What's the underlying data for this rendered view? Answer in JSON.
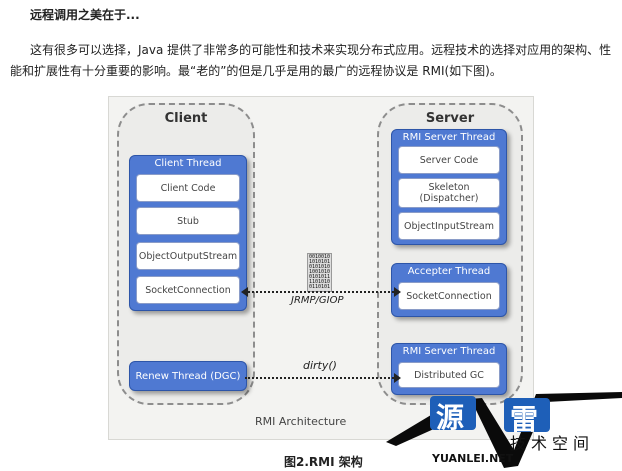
{
  "heading": "远程调用之美在于...",
  "paragraph": "这有很多可以选择，Java 提供了非常多的可能性和技术来实现分布式应用。远程技术的选择对应用的架构、性能和扩展性有十分重要的影响。最“老的”的但是几乎是用的最广的远程协议是 RMI(如下图)。",
  "figure": {
    "client": {
      "title": "Client",
      "thread": "Client Thread",
      "items": [
        "Client Code",
        "Stub",
        "ObjectOutputStream",
        "SocketConnection"
      ],
      "renew": "Renew Thread (DGC)"
    },
    "server": {
      "title": "Server",
      "rmi_thread": "RMI Server Thread",
      "items": [
        "Server Code",
        "Skeleton",
        "(Dispatcher)",
        "ObjectInputStream"
      ],
      "accepter": "Accepter Thread",
      "accepter_item": "SocketConnection",
      "rmi_thread2": "RMI Server Thread",
      "dgc_item": "Distributed GC"
    },
    "binary": "0010010\n1010101\n0101010\n1001010\n0101011\n1101010\n0110101",
    "protocol": "JRMP/GIOP",
    "dirty": "dirty()",
    "label": "RMI Architecture"
  },
  "caption": "图2.RMI 架构",
  "watermark": {
    "char1": "源",
    "char2": "雷",
    "sub": "技术空间",
    "site": "YUANLEI.NET"
  }
}
